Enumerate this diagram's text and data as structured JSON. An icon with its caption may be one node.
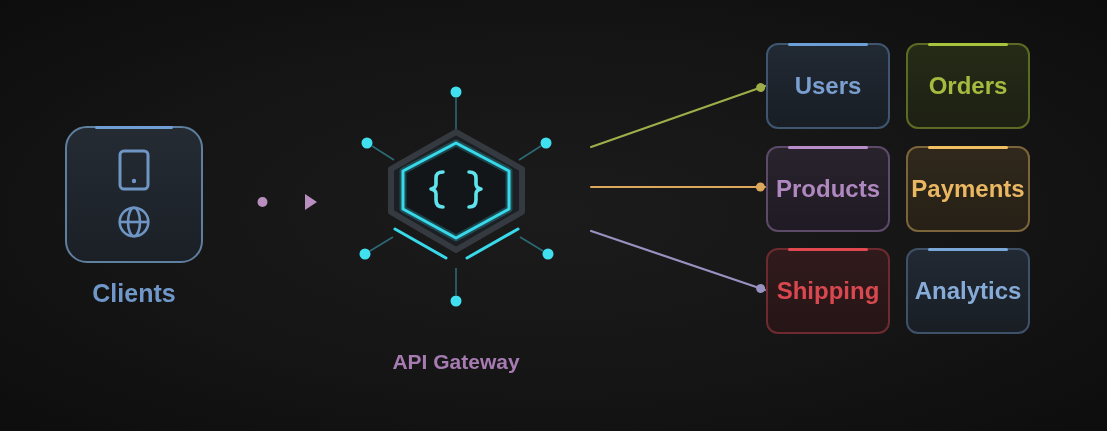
{
  "diagram": {
    "nodes": [
      {
        "text": [
          "Clients"
        ]
      },
      {
        "text": [
          "API Gateway"
        ]
      },
      {
        "text": [
          "Users"
        ]
      },
      {
        "text": [
          "Orders"
        ]
      },
      {
        "text": [
          "Products"
        ]
      },
      {
        "text": [
          "Payments"
        ]
      },
      {
        "text": [
          "Shipping"
        ]
      },
      {
        "text": [
          "Analytics"
        ]
      }
    ],
    "edges": [
      {
        "from": 0,
        "to": 1,
        "arrow": "to",
        "style": "dashed",
        "color": "#b98fc0"
      },
      {
        "from": 1,
        "to": 2,
        "arrow": "other",
        "color": "#9fae4a"
      },
      {
        "from": 1,
        "to": 4,
        "arrow": "other",
        "color": "#dca85e"
      },
      {
        "from": 1,
        "to": 6,
        "arrow": "other",
        "color": "#9892c0"
      }
    ]
  }
}
